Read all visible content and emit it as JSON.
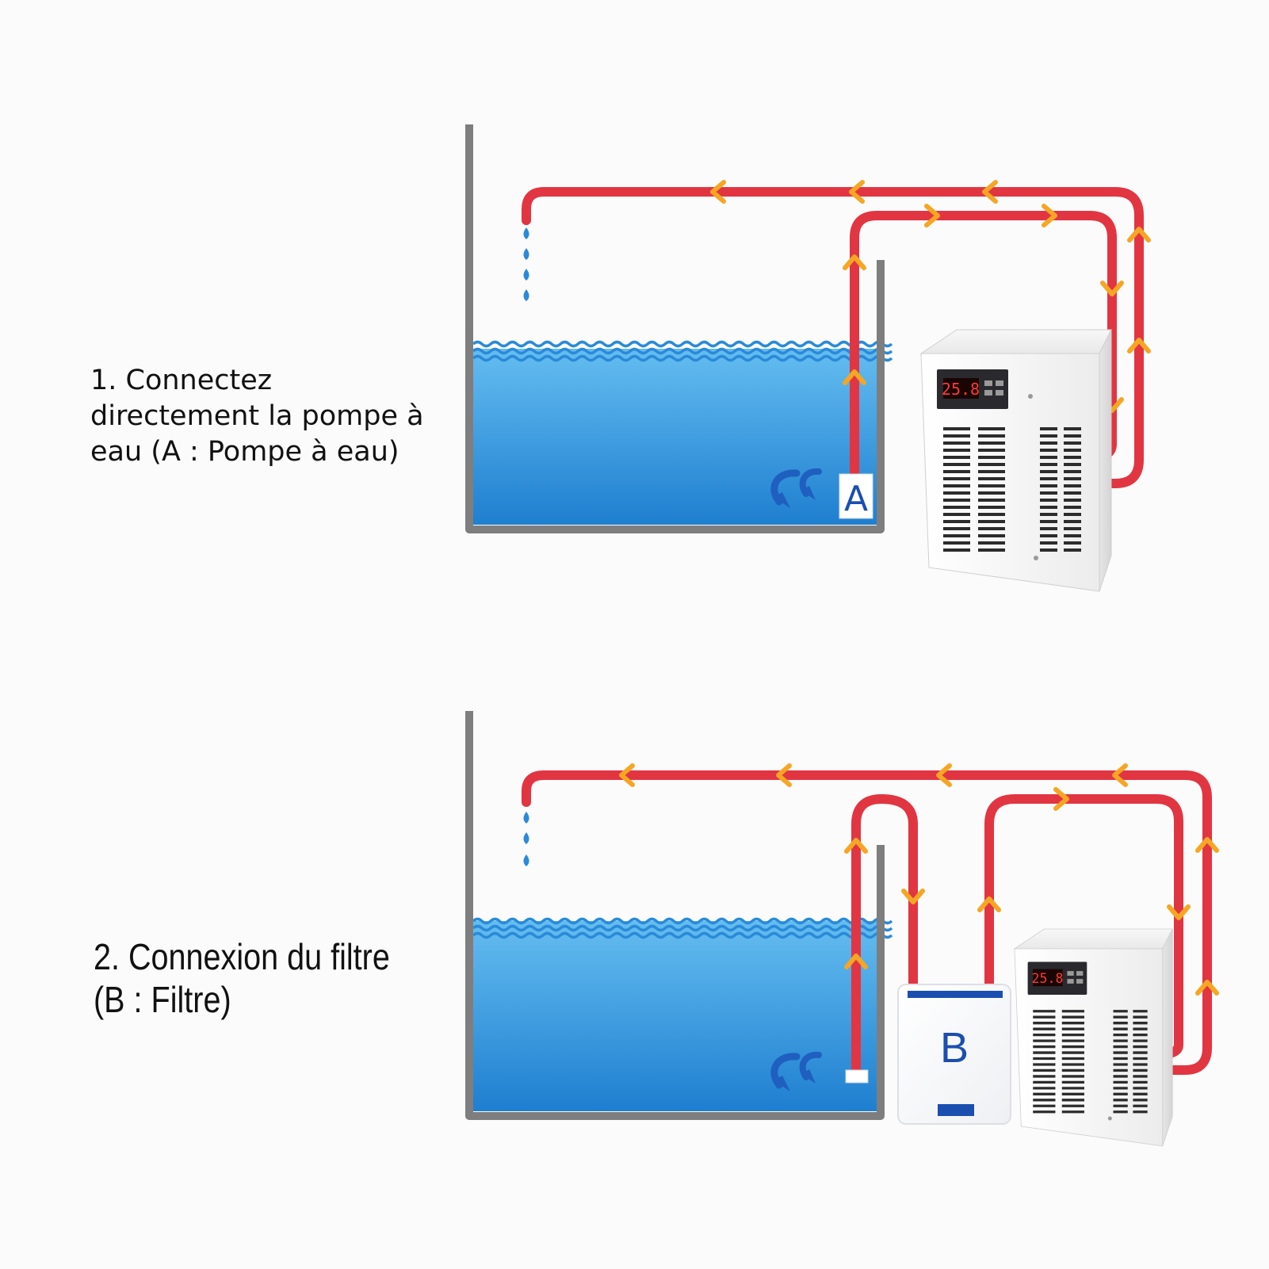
{
  "captions": {
    "connection_pump": "1. Connectez\ndirectement la pompe à\neau (A : Pompe à eau)",
    "connection_filter": "2. Connexion du filtre\n(B : Filtre)"
  },
  "labels": {
    "pump": "A",
    "filter": "B"
  },
  "chiller": {
    "display_reading": "25.8"
  },
  "icons": [
    "water-drop-icon",
    "flow-arrow-icon",
    "swirl-arrow-icon"
  ],
  "colors": {
    "background": "#fbfbfb",
    "water": "#3e9fe0",
    "water_deep": "#1f7fd0",
    "wave": "#2a8ad8",
    "tank_wall": "#7e7e7e",
    "pipe": "#e23542",
    "flow_arrow": "#f6a623",
    "swirl": "#1f5fbf",
    "label_blue": "#1a4fb0",
    "display_digits": "#ff3b2f",
    "chiller_body": "#f3f3f3"
  }
}
